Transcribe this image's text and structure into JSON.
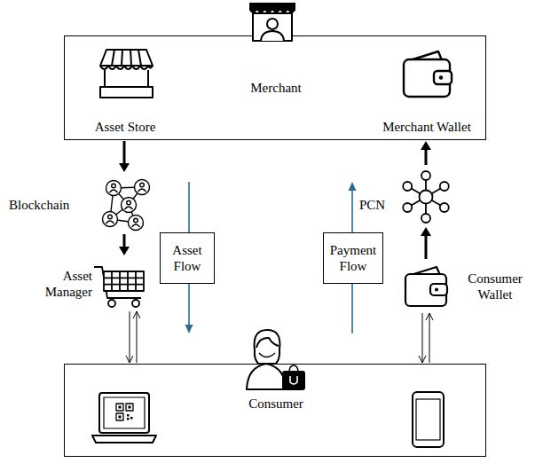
{
  "diagram": {
    "nodes": [
      {
        "text": [
          "Merchant"
        ]
      },
      {
        "text": [
          "Asset Store"
        ],
        "in": 0
      },
      {
        "text": [
          "Merchant Wallet"
        ],
        "in": 0
      },
      {
        "text": [
          "Blockchain"
        ]
      },
      {
        "text": [
          "Asset Flow"
        ]
      },
      {
        "text": [
          "Payment Flow"
        ]
      },
      {
        "text": [
          "PCN"
        ]
      },
      {
        "text": [
          "Asset Manager"
        ]
      },
      {
        "text": [
          "Consumer Wallet"
        ]
      },
      {
        "text": [
          "Consumer"
        ]
      }
    ],
    "edges": [
      {
        "from": 1,
        "to": 3,
        "arrow": "to"
      },
      {
        "from": 3,
        "to": 7,
        "arrow": "to"
      },
      {
        "from": 7,
        "to": 9,
        "arrow": "both"
      },
      {
        "from": 8,
        "to": 6,
        "arrow": "to"
      },
      {
        "from": 6,
        "to": 2,
        "arrow": "to"
      },
      {
        "from": 8,
        "to": 9,
        "arrow": "both"
      }
    ]
  }
}
